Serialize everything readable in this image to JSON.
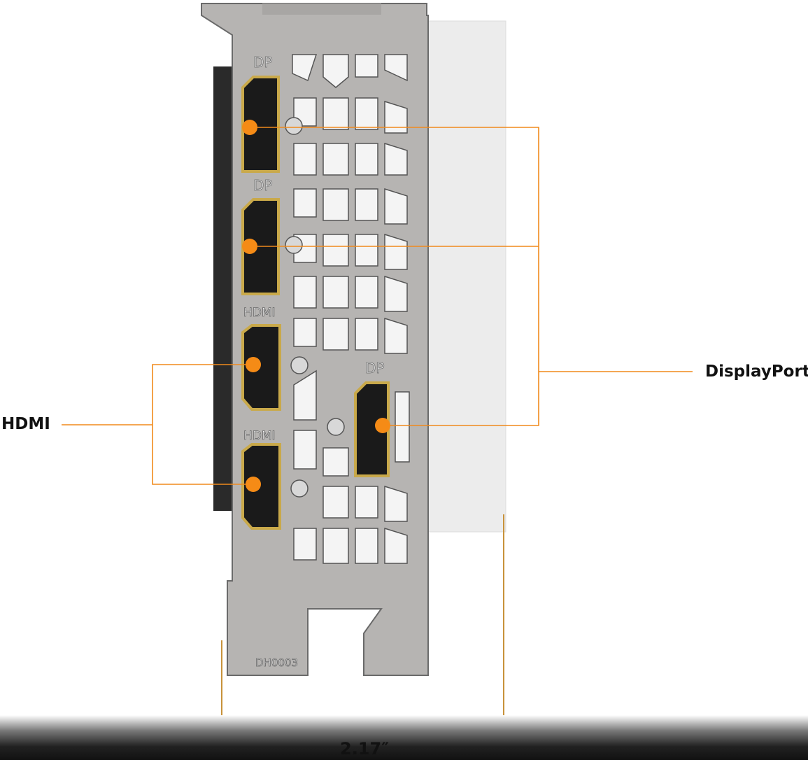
{
  "callouts": {
    "hdmi": "HDMI",
    "displayport": "DisplayPort",
    "width": "2.17″"
  },
  "bracket": {
    "port_labels": [
      "DP",
      "DP",
      "HDMI",
      "HDMI",
      "DP"
    ],
    "part_number": "DH0003"
  },
  "colors": {
    "accent": "#f08a1c",
    "bracket": "#b4b2b0",
    "connector_gold": "#c9a94a"
  }
}
